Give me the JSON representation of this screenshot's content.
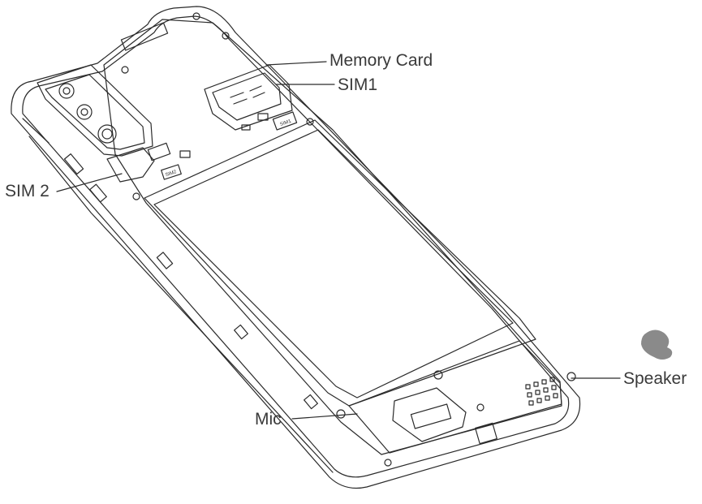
{
  "labels": {
    "memory_card": "Memory Card",
    "sim1": "SIM1",
    "sim2": "SIM 2",
    "mic": "Mic",
    "speaker": "Speaker"
  },
  "tray_marks": {
    "sim1": "SIM1",
    "sim2": "SIM2"
  },
  "colors": {
    "line": "#2b2b2b",
    "label": "#3a3a3a",
    "logo": "#8a8a8a"
  },
  "icons": {
    "logo": "brand-logo-icon"
  }
}
